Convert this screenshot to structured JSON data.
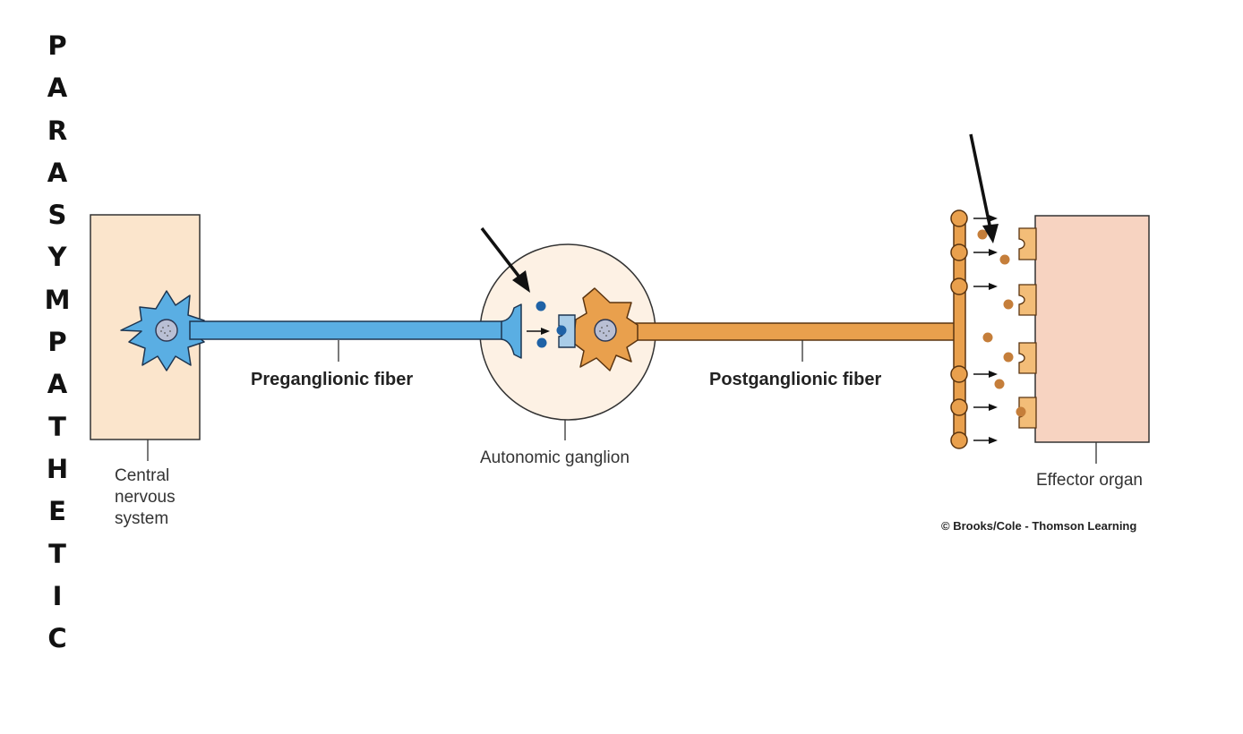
{
  "title_letters": [
    "P",
    "A",
    "R",
    "A",
    "S",
    "Y",
    "M",
    "P",
    "A",
    "T",
    "H",
    "E",
    "T",
    "I",
    "C"
  ],
  "labels": {
    "cns_line1": "Central",
    "cns_line2": "nervous",
    "cns_line3": "system",
    "preganglionic": "Preganglionic fiber",
    "postganglionic": "Postganglionic fiber",
    "ganglion": "Autonomic ganglion",
    "effector": "Effector organ",
    "copyright": "© Brooks/Cole - Thomson Learning"
  },
  "colors": {
    "cns_fill": "#fbe5cc",
    "preganglionic_neuron": "#5aaee3",
    "postganglionic_neuron": "#e9a04d",
    "ganglion_fill": "#fdf1e4",
    "effector_fill": "#f7d3c1",
    "neurotransmitter_blue": "#1f62a6",
    "neurotransmitter_orange": "#c57e3a"
  }
}
